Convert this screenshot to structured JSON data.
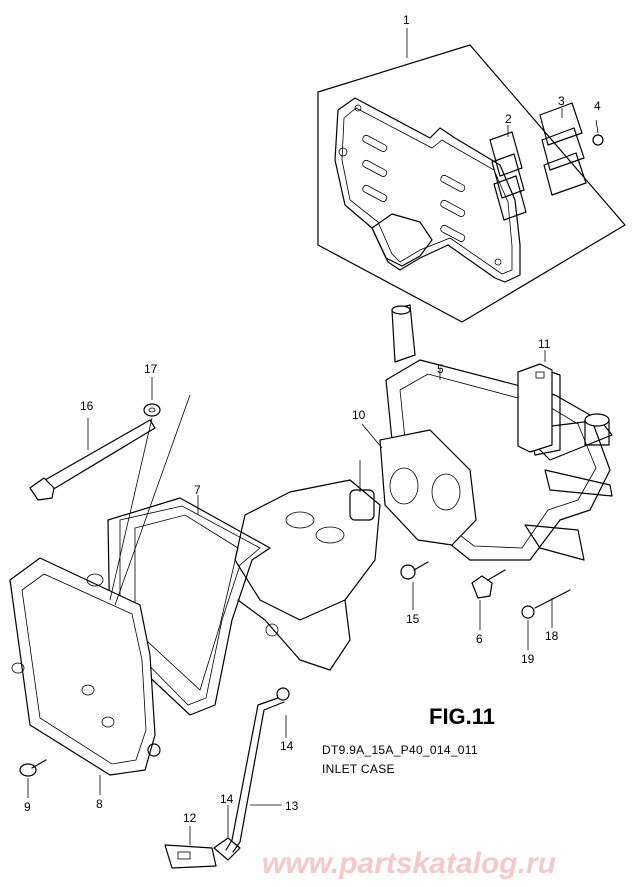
{
  "figure": {
    "title": "FIG.11",
    "model_code": "DT9.9A_15A_P40_014_011",
    "section_name": "INLET CASE"
  },
  "callouts": [
    "1",
    "2",
    "3",
    "4",
    "5",
    "7",
    "8",
    "9",
    "10",
    "11",
    "12",
    "13",
    "14",
    "14",
    "15",
    "16",
    "17",
    "18",
    "19",
    "6"
  ],
  "watermark": "www.partskatalog.ru"
}
